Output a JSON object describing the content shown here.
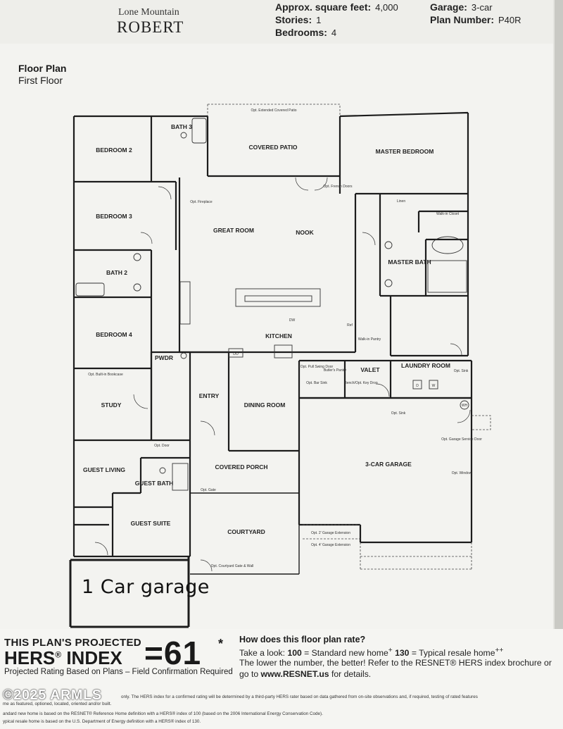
{
  "header": {
    "community": "Lone Mountain",
    "model_name": "ROBERT",
    "specs": [
      {
        "label": "Approx. square feet:",
        "value": "4,000"
      },
      {
        "label": "Stories:",
        "value": "1"
      },
      {
        "label": "Bedrooms:",
        "value": "4"
      },
      {
        "label": "Garage:",
        "value": "3-car"
      },
      {
        "label": "Plan Number:",
        "value": "P40R"
      }
    ]
  },
  "floor_plan": {
    "title": "Floor Plan",
    "subtitle": "First Floor",
    "rooms": [
      {
        "id": "bedroom2",
        "label": "BEDROOM 2"
      },
      {
        "id": "bath3",
        "label": "BATH 3"
      },
      {
        "id": "covered-patio",
        "label": "COVERED PATIO"
      },
      {
        "id": "master-bedroom",
        "label": "MASTER BEDROOM"
      },
      {
        "id": "bedroom3",
        "label": "BEDROOM 3"
      },
      {
        "id": "great-room",
        "label": "GREAT ROOM"
      },
      {
        "id": "nook",
        "label": "NOOK"
      },
      {
        "id": "bath2",
        "label": "BATH 2"
      },
      {
        "id": "master-bath",
        "label": "MASTER BATH"
      },
      {
        "id": "bedroom4",
        "label": "BEDROOM 4"
      },
      {
        "id": "kitchen",
        "label": "KITCHEN"
      },
      {
        "id": "pwdr",
        "label": "PWDR"
      },
      {
        "id": "valet",
        "label": "VALET"
      },
      {
        "id": "laundry-room",
        "label": "LAUNDRY ROOM"
      },
      {
        "id": "study",
        "label": "STUDY"
      },
      {
        "id": "entry",
        "label": "ENTRY"
      },
      {
        "id": "dining-room",
        "label": "DINING ROOM"
      },
      {
        "id": "garage-3car",
        "label": "3-CAR GARAGE"
      },
      {
        "id": "guest-living",
        "label": "GUEST LIVING"
      },
      {
        "id": "guest-bath",
        "label": "GUEST BATH"
      },
      {
        "id": "covered-porch",
        "label": "COVERED PORCH"
      },
      {
        "id": "guest-suite",
        "label": "GUEST SUITE"
      },
      {
        "id": "courtyard",
        "label": "COURTYARD"
      }
    ],
    "notes": [
      "Opt. Extended Covered Patio",
      "Linen",
      "Walk-in Closet",
      "Opt. Fireplace",
      "Opt. French Doors",
      "Walk-in Pantry",
      "DW",
      "DO",
      "Opt. Pull Swing Door",
      "Butler's Pantry",
      "Bench/Opt. Key Drop",
      "Opt. Bar Sink",
      "Opt. Sink",
      "Opt. Built-in Bookcase",
      "Opt. Door",
      "Opt. Gate",
      "Opt. Garage Service Door",
      "Opt. Window",
      "Opt. 2' Garage Extension",
      "Opt. 4' Garage Extension",
      "Opt. Courtyard Gate & Wall",
      "WH",
      "Ref",
      "Opt. Sink",
      "D",
      "W"
    ],
    "handwritten_note": "1 Car garage"
  },
  "hers": {
    "projected_label": "THIS PLAN'S PROJECTED",
    "index_label": "HERS",
    "index_suffix": " INDEX",
    "reg": "®",
    "score": "=61",
    "asterisk": "*",
    "basis": "Projected Rating Based on Plans – Field Confirmation Required",
    "question": "How does this floor plan rate?",
    "line1_pre": "Take a look: ",
    "line1_100": "100",
    "line1_mid": " = Standard new home",
    "line1_sup1": "+",
    "line1_130": "130",
    "line1_end": " = Typical resale home",
    "line1_sup2": "++",
    "line2": "The lower the number, the better! Refer to the RESNET® HERS index brochure or",
    "line3_pre": "go to ",
    "line3_link": "www.RESNET.us",
    "line3_post": " for details.",
    "fine_print": [
      "only. The HERS index for a confirmed rating will be determined by a third-party HERS rater based on data gathered from on-site observations and, if required, testing of rated features",
      "me as featured, optioned, located, oriented and/or built.",
      "andard new home is based on the RESNET® Reference Home definition with a HERS® index of 100 (based on the 2006 International Energy Conservation Code).",
      "ypical resale home is based on the U.S. Department of Energy definition with a HERS® index of 130."
    ]
  },
  "watermark": "©2025 ARMLS"
}
